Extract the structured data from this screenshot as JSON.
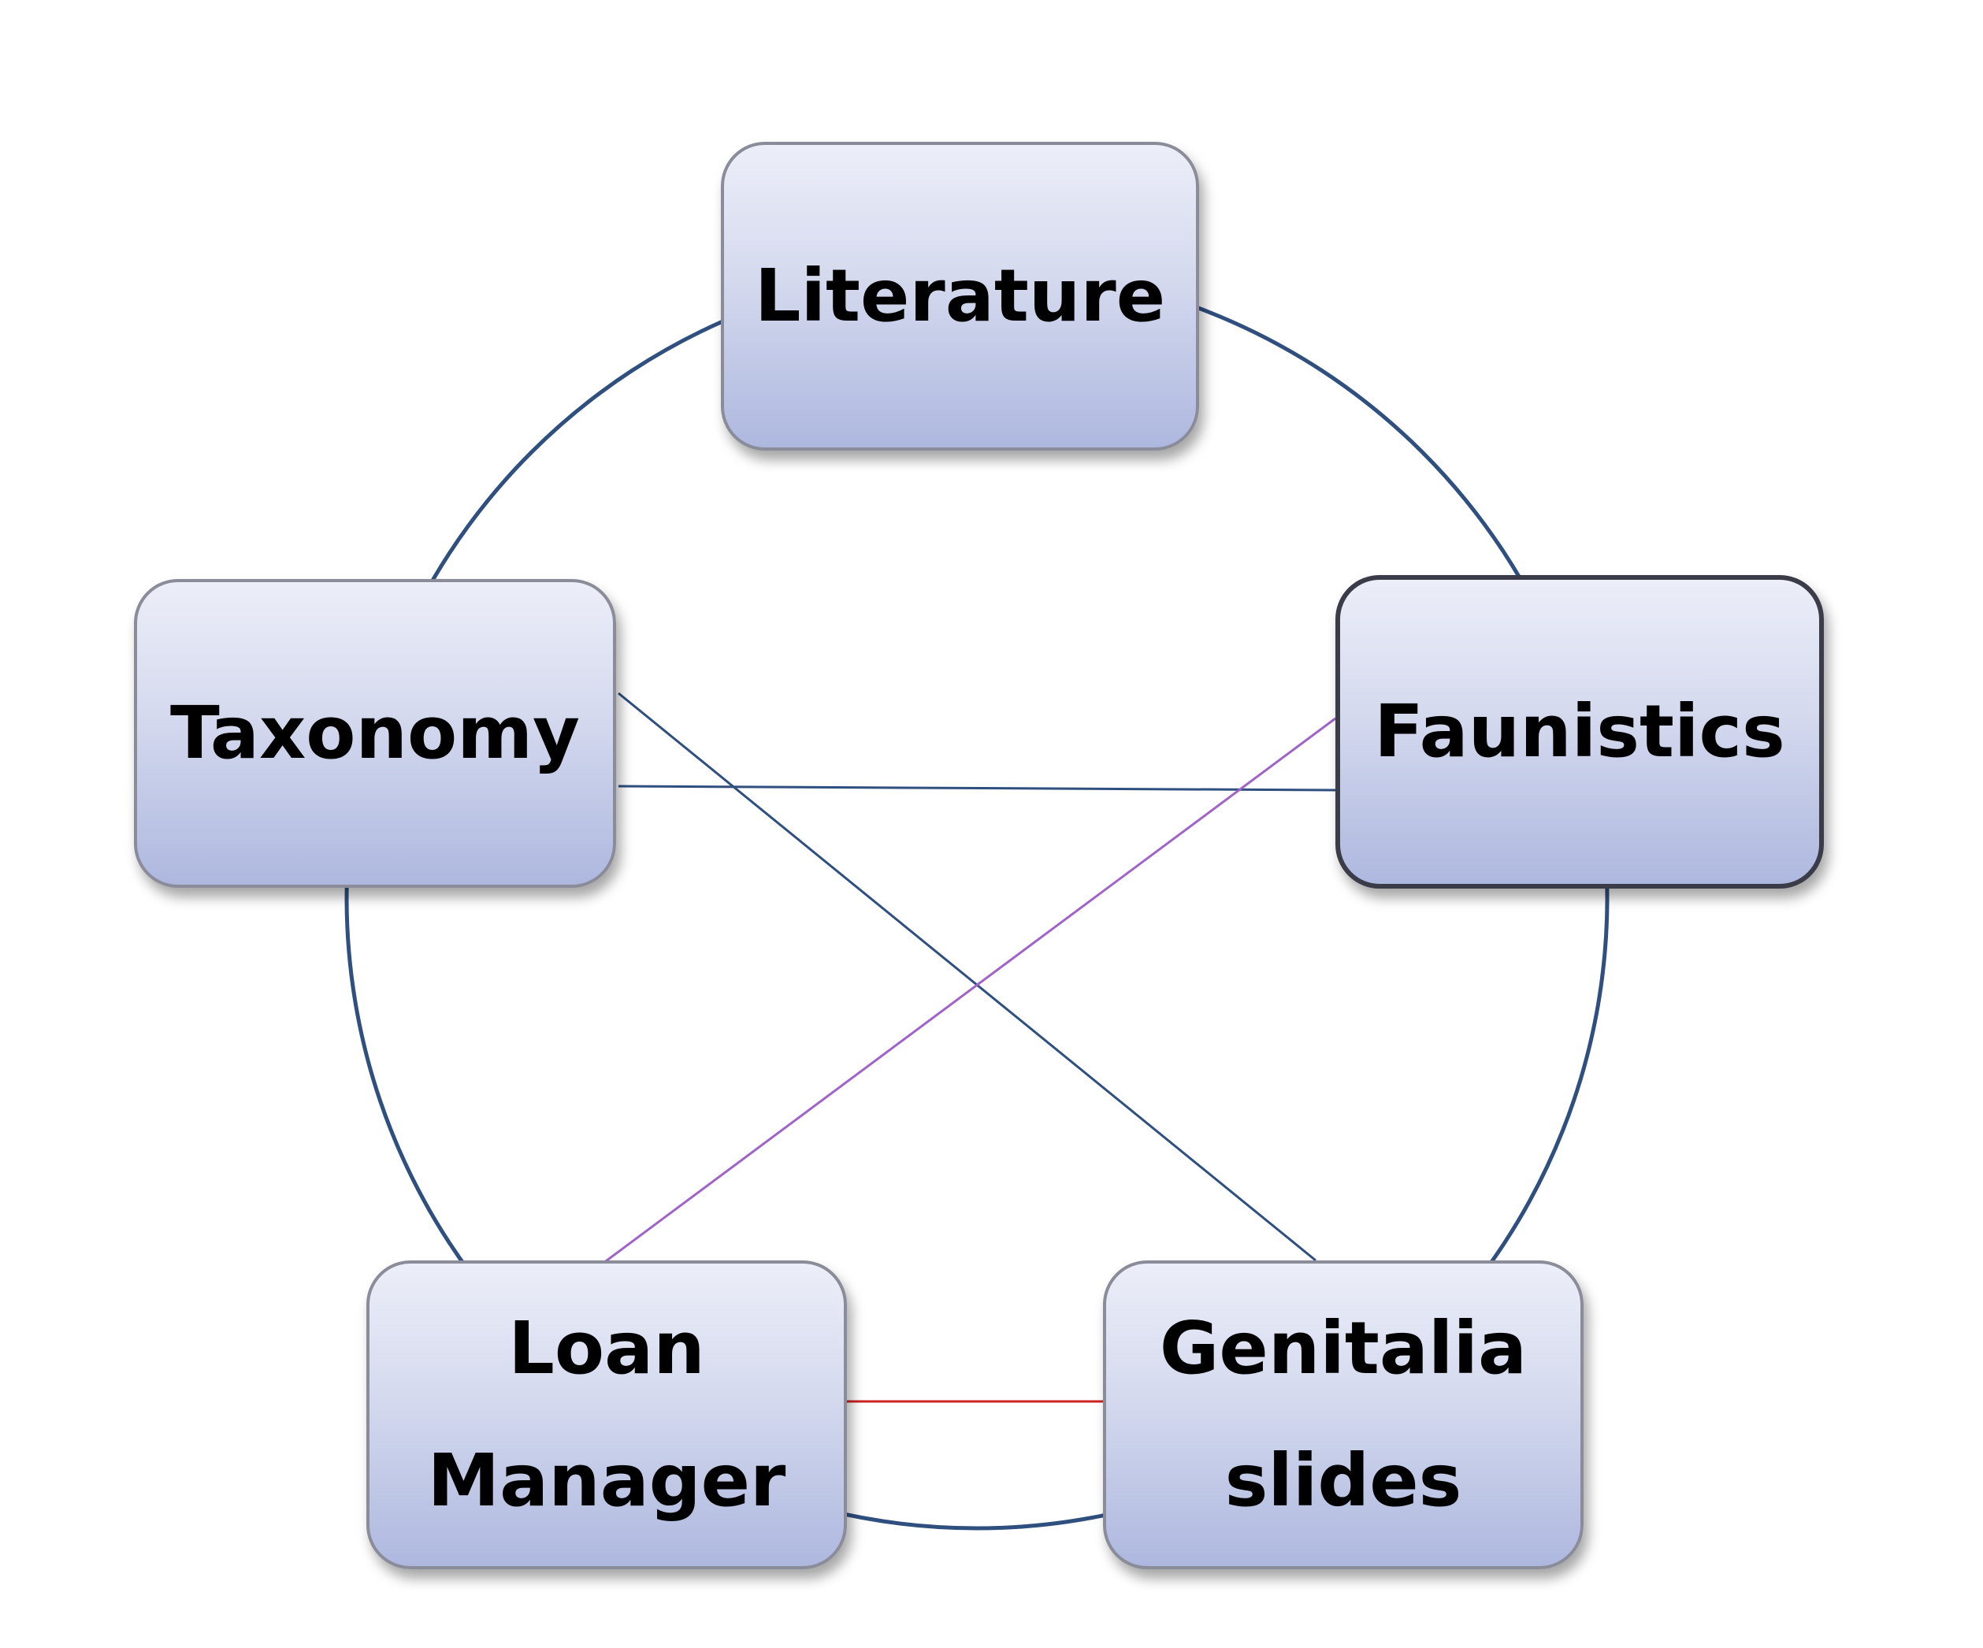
{
  "diagram": {
    "colors": {
      "ring": "#2f4f7f",
      "link_blue": "#2f4f7f",
      "link_purple": "#a064c8",
      "link_red": "#cc2222"
    },
    "nodes": {
      "literature": {
        "label": "Literature"
      },
      "taxonomy": {
        "label": "Taxonomy"
      },
      "faunistics": {
        "label": "Faunistics"
      },
      "loan_manager": {
        "line1": "Loan",
        "line2": "Manager"
      },
      "genitalia_slides": {
        "line1": "Genitalia",
        "line2": "slides"
      }
    },
    "connections": [
      {
        "from": "Literature",
        "to": "Faunistics",
        "style": "ring"
      },
      {
        "from": "Faunistics",
        "to": "Genitalia slides",
        "style": "ring"
      },
      {
        "from": "Genitalia slides",
        "to": "Loan Manager",
        "style": "ring"
      },
      {
        "from": "Loan Manager",
        "to": "Taxonomy",
        "style": "ring"
      },
      {
        "from": "Taxonomy",
        "to": "Literature",
        "style": "ring"
      },
      {
        "from": "Taxonomy",
        "to": "Faunistics",
        "style": "blue"
      },
      {
        "from": "Taxonomy",
        "to": "Genitalia slides",
        "style": "blue"
      },
      {
        "from": "Faunistics",
        "to": "Loan Manager",
        "style": "purple"
      },
      {
        "from": "Loan Manager",
        "to": "Genitalia slides",
        "style": "red"
      }
    ]
  }
}
